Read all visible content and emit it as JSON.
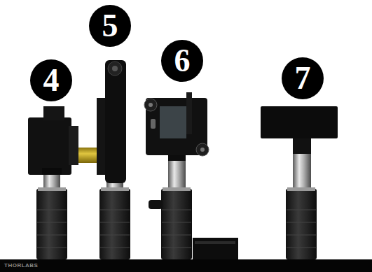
{
  "diagram": {
    "labels": [
      "4",
      "5",
      "6",
      "7",
      "THORLABS"
    ]
  }
}
